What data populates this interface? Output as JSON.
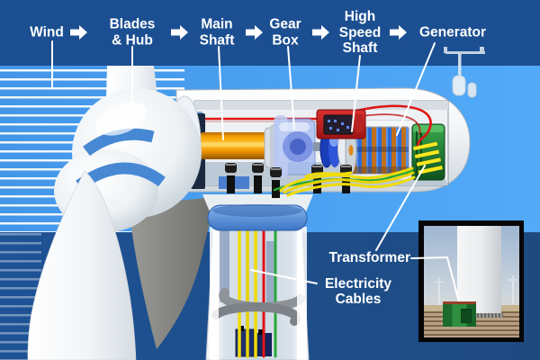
{
  "flow": {
    "steps": [
      "Wind",
      "Blades\n& Hub",
      "Main\nShaft",
      "Gear\nBox",
      "High\nSpeed\nShaft",
      "Generator"
    ]
  },
  "callouts": {
    "transformer": "Transformer",
    "electricity_cables": "Electricity\nCables"
  },
  "colors": {
    "header_bg": "#1c4f92",
    "footer_bg": "#1d5295",
    "sky_left": "#4496e8",
    "sky_right": "#52aaf8",
    "wind_stripe": "#ffffff",
    "label_text": "#ffffff",
    "leader_line": "#ffffff",
    "shaft_orange": "#f5a200",
    "gearbox_blue": "#a4baf0",
    "brake_blue": "#2c55d8",
    "control_box_red": "#c42020",
    "generator_blue": "#2d6cd6",
    "generator_copper": "#c0701c",
    "transformer_green": "#2e9440",
    "cable_yellow": "#f0dc08",
    "cable_red": "#e01414",
    "cable_green": "#28a838",
    "hub_band_blue": "#4a8ad8",
    "tower_ring_blue": "#3c74c4",
    "inset_border": "#000000"
  }
}
